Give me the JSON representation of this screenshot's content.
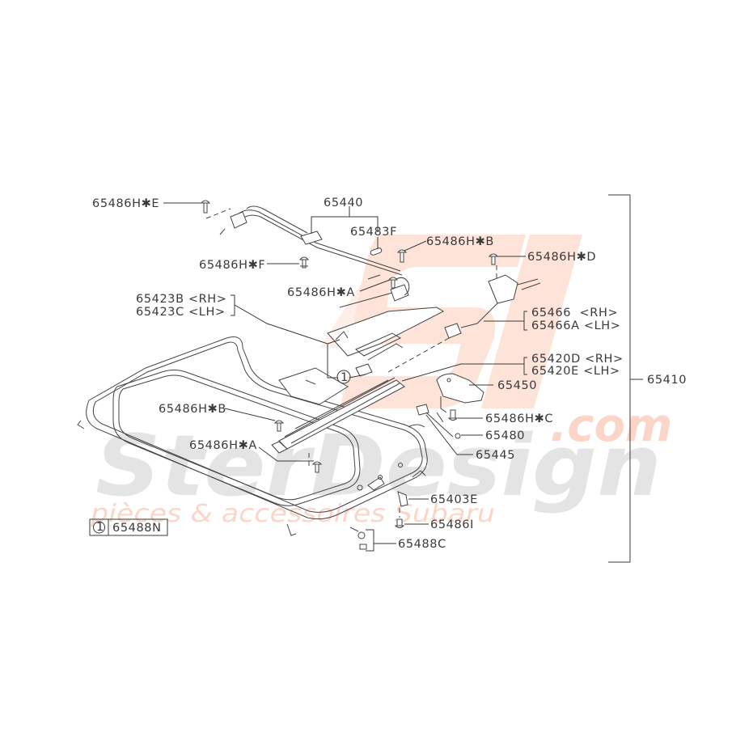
{
  "diagram": {
    "title": "Sunroof assembly parts diagram",
    "watermark": {
      "logo": "STi",
      "brand": "SterDesign",
      "domain": ".com",
      "tagline": "pièces & accessoires Subaru",
      "colors": {
        "grey": "#e4e4e4",
        "red": "#fbd6c8"
      }
    },
    "callouts": [
      {
        "id": "c1",
        "label": "65486H✱E"
      },
      {
        "id": "c2",
        "label": "65440"
      },
      {
        "id": "c3",
        "label": "65483F"
      },
      {
        "id": "c4",
        "label": "65486H✱B"
      },
      {
        "id": "c5",
        "label": "65486H✱D"
      },
      {
        "id": "c6",
        "label": "65486H✱F"
      },
      {
        "id": "c7",
        "label": "65486H✱A"
      },
      {
        "id": "c8",
        "label": "65423B <RH>"
      },
      {
        "id": "c9",
        "label": "65423C <LH>"
      },
      {
        "id": "c10",
        "label": "65466  <RH>"
      },
      {
        "id": "c11",
        "label": "65466A <LH>"
      },
      {
        "id": "c12",
        "label": "65420D <RH>"
      },
      {
        "id": "c13",
        "label": "65420E <LH>"
      },
      {
        "id": "c14",
        "label": "65450"
      },
      {
        "id": "c15",
        "label": "65410"
      },
      {
        "id": "c16",
        "label": "65486H✱B"
      },
      {
        "id": "c17",
        "label": "65486H✱C"
      },
      {
        "id": "c18",
        "label": "65480"
      },
      {
        "id": "c19",
        "label": "65486H✱A"
      },
      {
        "id": "c20",
        "label": "65445"
      },
      {
        "id": "c21",
        "label": "65403E"
      },
      {
        "id": "c22",
        "label": "65486I"
      },
      {
        "id": "c23",
        "label": "65488C"
      }
    ],
    "circle_ref": {
      "symbol": "1"
    },
    "legend": {
      "symbol": "1",
      "part": "65488N"
    }
  }
}
